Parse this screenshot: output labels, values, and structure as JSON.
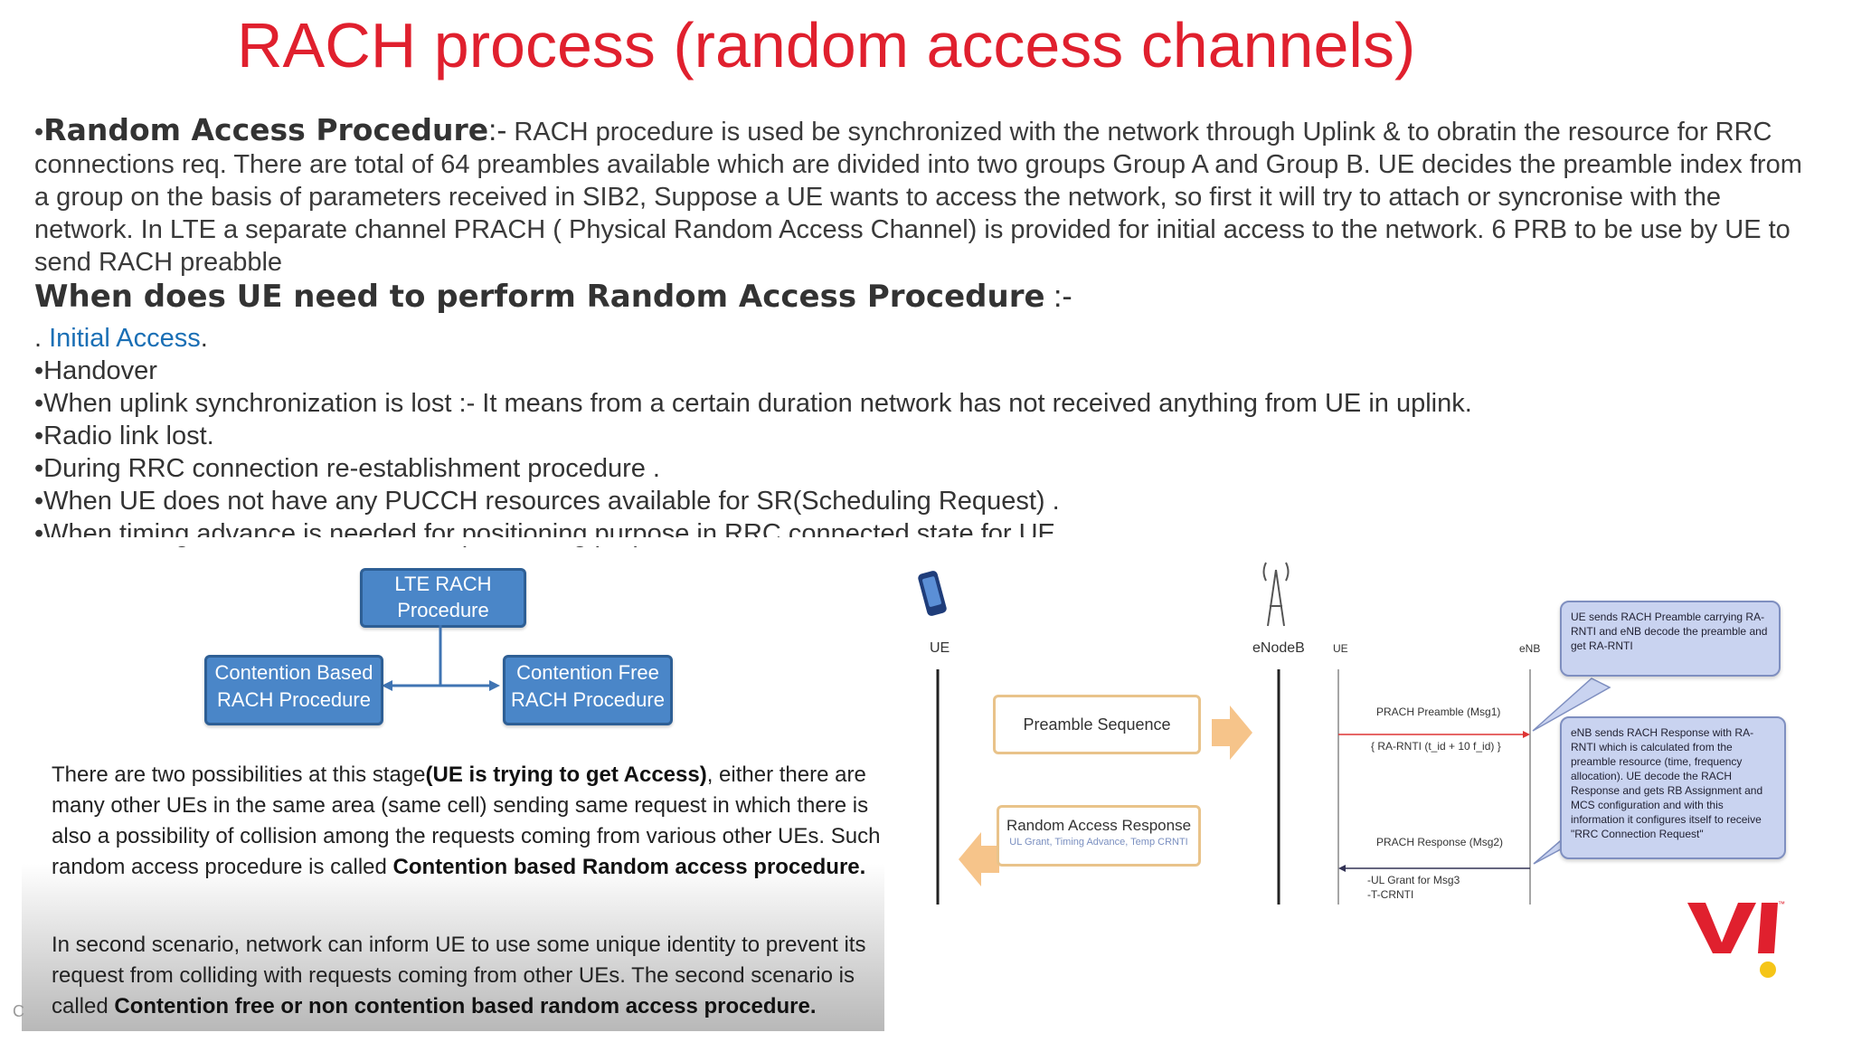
{
  "title": "RACH process (random access channels)",
  "intro": {
    "bullet": "•",
    "lead": "Random Access Procedure",
    "separator": ":-",
    "text": "  RACH procedure is used be synchronized with the network through Uplink & to obratin the resource for RRC connections req. There are total of 64 preambles available which are divided into two groups Group A and Group B. UE decides the preamble index from a group on the basis of parameters received in SIB2, Suppose a UE wants to access the network, so first it will try to attach or syncronise with the network. In LTE a separate channel PRACH ( Physical Random Access Channel) is provided for initial access to the network. 6 PRB to be use by UE to send RACH preabble"
  },
  "when_heading": {
    "text": "When does UE need to perform Random Access Procedure",
    "suffix": " :-"
  },
  "bullets": {
    "initial_prefix": ". ",
    "initial_link": "Initial Access",
    "initial_suffix": ".",
    "items": [
      "•Handover",
      "•When uplink synchronization is lost :- It means from a certain duration network has not received anything from UE in uplink.",
      "•Radio link lost.",
      "•During RRC connection re-establishment procedure .",
      "•When UE does not have any PUCCH resources available for SR(Scheduling Request) .",
      "•When timing advance is needed for positioning purpose in RRC connected state for UE"
    ]
  },
  "figure_left": {
    "top_box": [
      "LTE RACH",
      "Procedure"
    ],
    "left_box": [
      "Contention Based",
      "RACH Procedure"
    ],
    "right_box": [
      "Contention Free",
      "RACH Procedure"
    ],
    "p1": {
      "a": "There are two possibilities at this stage",
      "b": "(UE is trying to get Access)",
      "c": ", either there are many other UEs in the same area (same cell) sending same request in which there is also a possibility of collision among the requests coming from various other UEs. Such random access procedure is called ",
      "d": "Contention based Random access procedure."
    },
    "p2": {
      "a": "In second scenario, network can inform UE to use some unique identity to prevent its request from colliding with requests coming from other UEs. The second scenario is called ",
      "b": "Contention free or non contention based random access procedure."
    }
  },
  "figure_right": {
    "ue": "UE",
    "enodeb": "eNodeB",
    "ue2": "UE",
    "enb": "eNB",
    "preamble_sequence": "Preamble Sequence",
    "rar_title": "Random Access Response",
    "rar_sub": "UL Grant, Timing Advance, Temp CRNTI",
    "prach_preamble": "PRACH Preamble (Msg1)",
    "ra_rnti": "{ RA-RNTI (t_id + 10 f_id) }",
    "prach_response": "PRACH Response (Msg2)",
    "ul_grant": "-UL Grant for Msg3",
    "tcrnti": "-T-CRNTI",
    "callout1": "UE sends RACH Preamble carrying RA-RNTI and eNB decode the preamble and get RA-RNTI",
    "callout2": "eNB sends RACH Response with RA-RNTI which is calculated from the preamble resource (time, frequency allocation). UE decode the RACH Response and gets RB Assignment and MCS configuration and with this information it configures itself to receive \"RRC Connection Request\""
  },
  "logo": {
    "brand_color": "#e0202e",
    "dot_color": "#f5c518",
    "tm": "™"
  },
  "corner_glyph": "C",
  "colors": {
    "title": "#e0202e",
    "link": "#1a6fb5",
    "box_fill": "#4a86c8"
  }
}
